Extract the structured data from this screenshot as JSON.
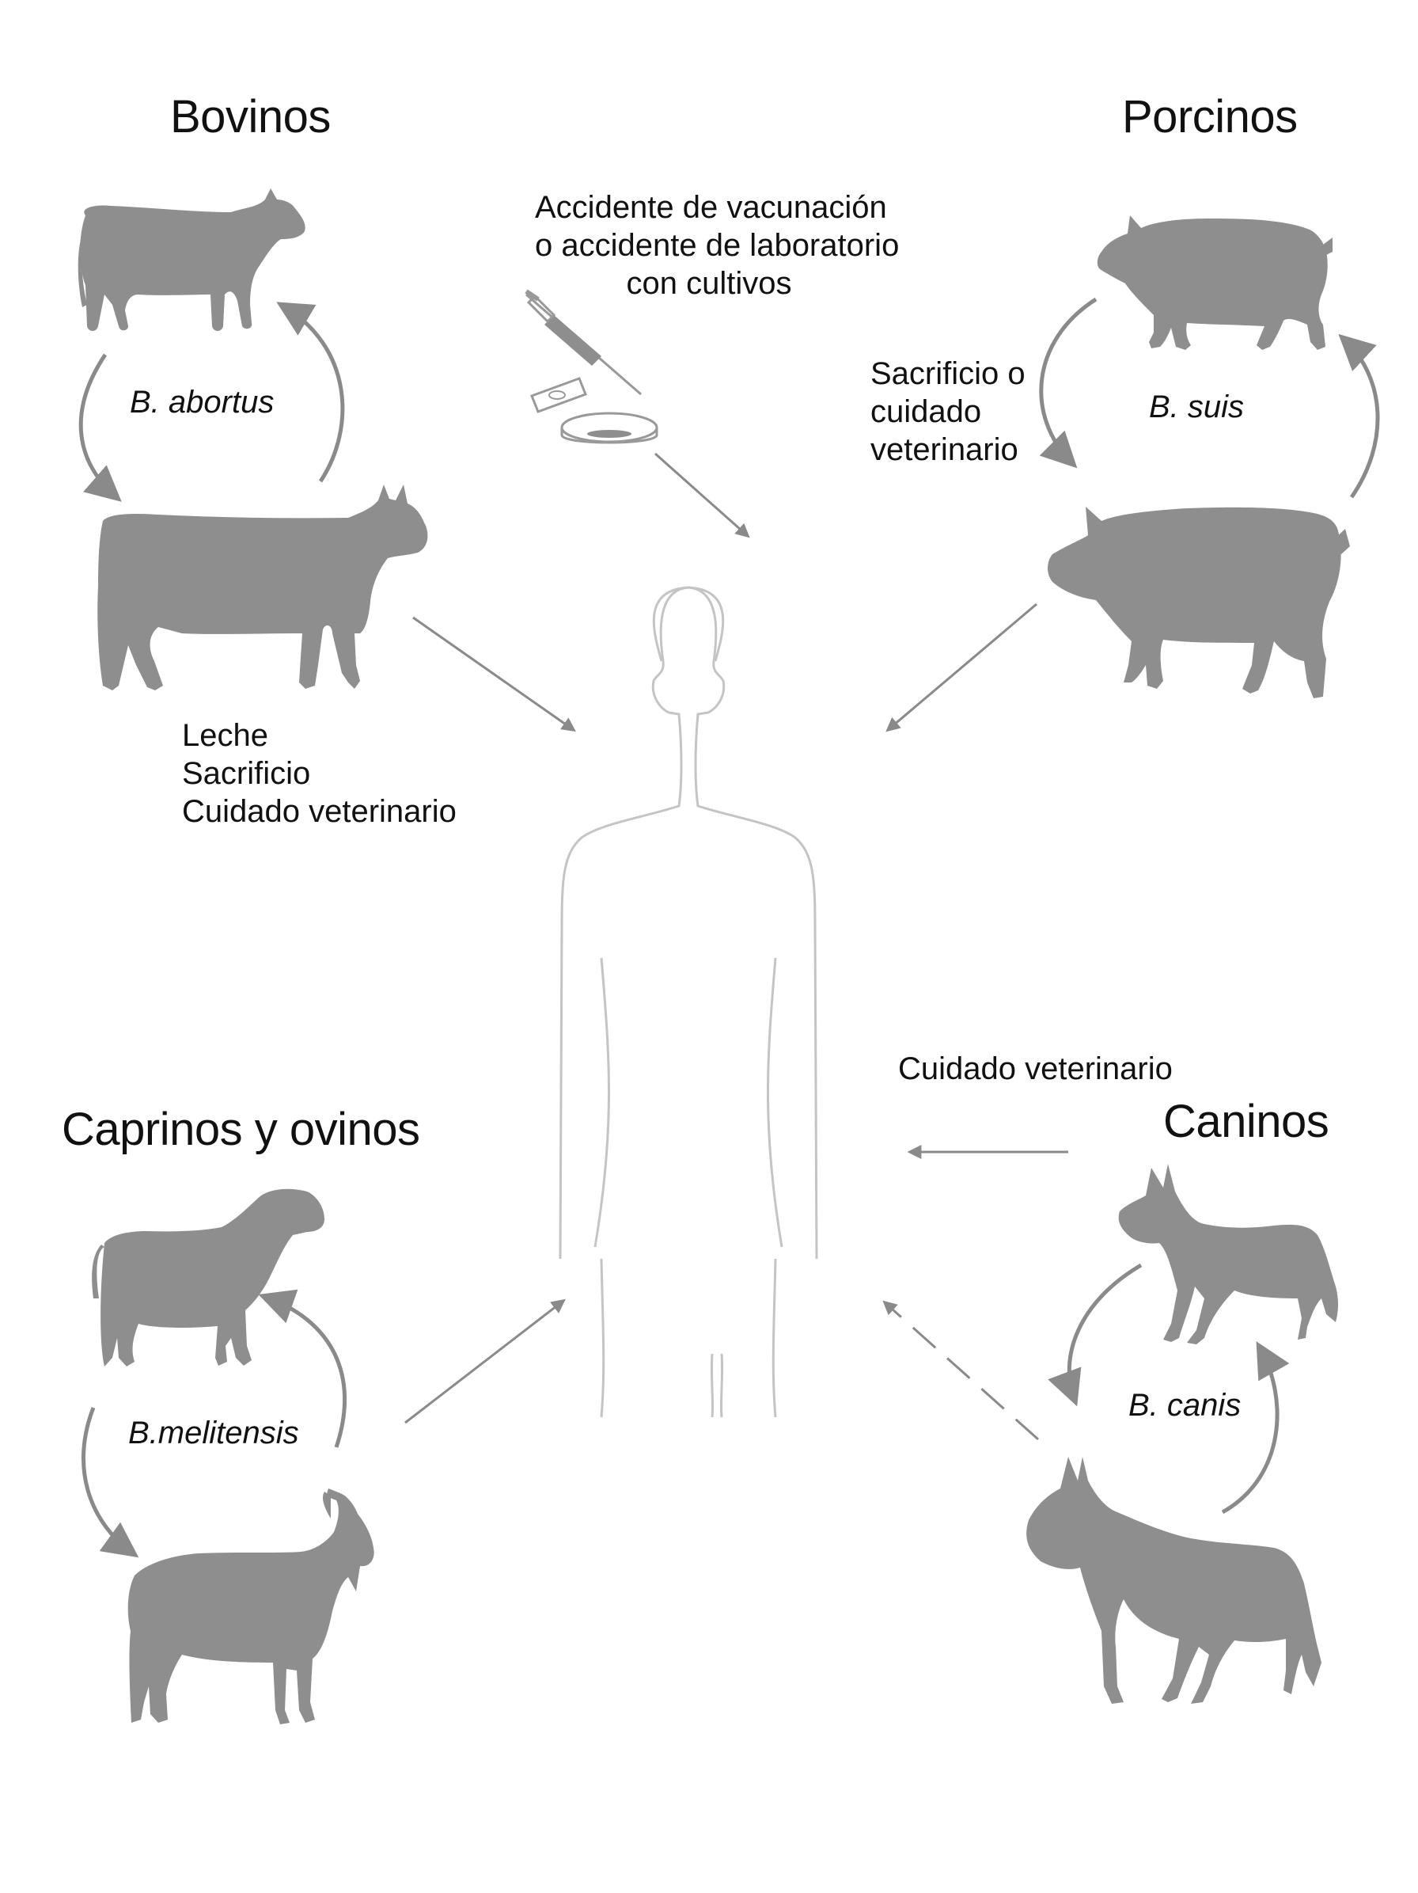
{
  "groups": {
    "bovine": {
      "heading": "Bovinos",
      "species": "B. abortus",
      "routes": [
        "Leche",
        "Sacrificio",
        "Cuidado veterinario"
      ]
    },
    "porcine": {
      "heading": "Porcinos",
      "species": "B. suis",
      "routes": [
        "Sacrificio o",
        "cuidado",
        "veterinario"
      ]
    },
    "caprine_ovine": {
      "heading": "Caprinos y ovinos",
      "species": "B.melitensis"
    },
    "canine": {
      "heading": "Caninos",
      "species": "B. canis",
      "route": "Cuidado veterinario"
    }
  },
  "laboratory": {
    "lines": [
      "Accidente de vacunación",
      "o accidente de laboratorio",
      "con cultivos"
    ]
  },
  "colors": {
    "silhouette": "#8f8e8e",
    "arrow": "#8a8a8a",
    "human_outline": "#c4c4c4",
    "text": "#111111"
  },
  "icons": [
    "cow-icon",
    "pig-icon",
    "sheep-icon",
    "goat-icon",
    "dog-icon",
    "syringe-icon",
    "petri-dish-icon",
    "human-outline-icon"
  ]
}
